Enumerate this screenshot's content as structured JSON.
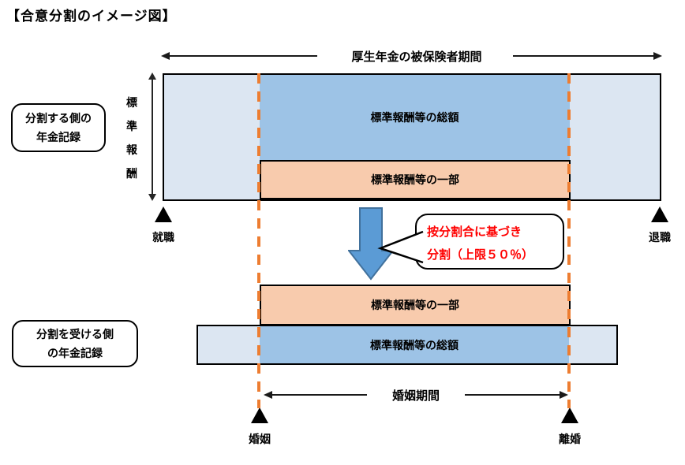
{
  "title": "【合意分割のイメージ図】",
  "colors": {
    "light_blue": "#dce6f2",
    "mid_blue": "#9dc3e6",
    "peach": "#f8cbad",
    "dash_orange": "#ed7d31",
    "arrow_blue_fill": "#5b9bd5",
    "arrow_blue_border": "#41719c",
    "callout_text_red": "#ff0000"
  },
  "top_axis": {
    "label": "厚生年金の被保険者期間"
  },
  "upper": {
    "side_label_line1": "分割する側の",
    "side_label_line2": "年金記録",
    "axis_label": "標準報酬",
    "total_label": "標準報酬等の総額",
    "part_label": "標準報酬等の一部",
    "start_marker_label": "就職",
    "end_marker_label": "退職"
  },
  "callout": {
    "line1": "按分割合に基づき",
    "line2": "分割（上限５０％）"
  },
  "lower": {
    "side_label_line1": "分割を受ける側",
    "side_label_line2": "の年金記録",
    "part_label": "標準報酬等の一部",
    "total_label": "標準報酬等の総額"
  },
  "marriage_axis": {
    "label": "婚姻期間",
    "start_marker_label": "婚姻",
    "end_marker_label": "離婚"
  }
}
